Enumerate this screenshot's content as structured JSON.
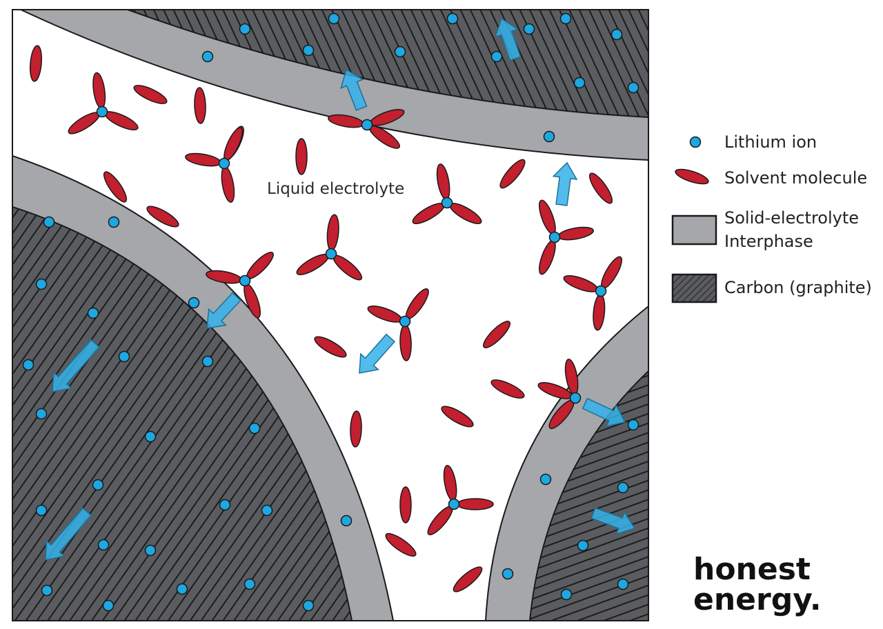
{
  "diagram": {
    "center_label": "Liquid electrolyte",
    "colors": {
      "lithium_ion": "#1ea7e1",
      "solvent_molecule": "#c21f2f",
      "sei": "#a6a7ab",
      "carbon": "#55575b",
      "arrow": "#34b2ea",
      "outline": "#1a1a1a"
    }
  },
  "legend": {
    "items": [
      {
        "label": "Lithium ion",
        "icon": "lithium-ion-icon"
      },
      {
        "label": "Solvent molecule",
        "icon": "solvent-molecule-icon"
      },
      {
        "label": "Solid-electrolyte",
        "label2": "Interphase",
        "icon": "sei-swatch-icon"
      },
      {
        "label": "Carbon (graphite)",
        "icon": "carbon-swatch-icon"
      }
    ]
  },
  "brand": {
    "line1": "honest",
    "line2": "energy."
  }
}
